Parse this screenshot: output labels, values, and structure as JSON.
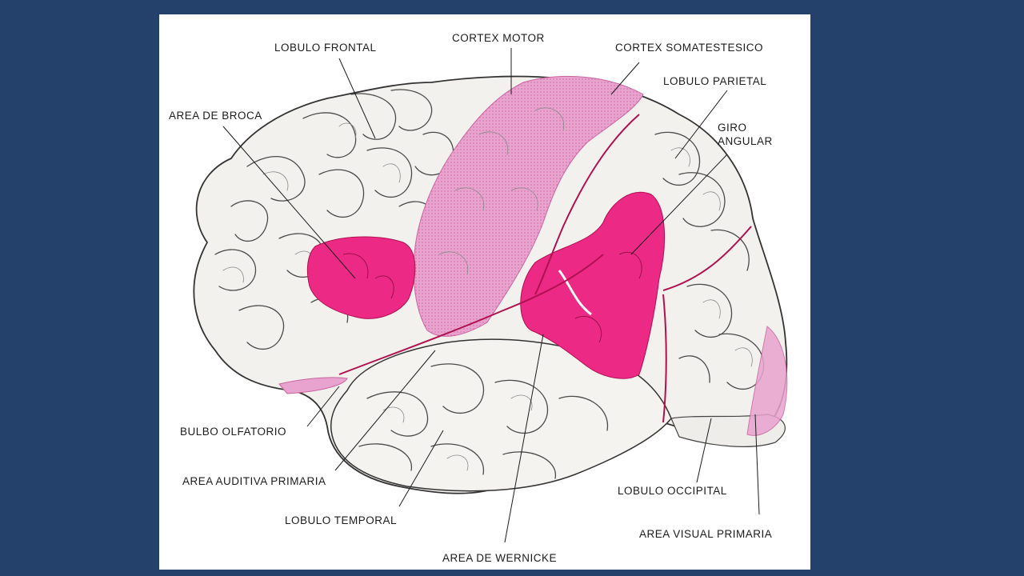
{
  "colors": {
    "background": "#24416b",
    "panel": "#ffffff",
    "motor_cortex": "#e494c8",
    "language_areas": "#ec2a86",
    "fissures": "#b01050"
  },
  "labels": {
    "lobulo_frontal": "LOBULO FRONTAL",
    "cortex_motor": "CORTEX MOTOR",
    "cortex_somatestesico": "CORTEX SOMATESTESICO",
    "lobulo_parietal": "LOBULO PARIETAL",
    "area_de_broca": "AREA DE BROCA",
    "giro": "GIRO",
    "angular": "ANGULAR",
    "bulbo_olfatorio": "BULBO OLFATORIO",
    "area_auditiva_primaria": "AREA AUDITIVA PRIMARIA",
    "lobulo_temporal": "LOBULO TEMPORAL",
    "area_de_wernicke": "AREA DE WERNICKE",
    "lobulo_occipital": "LOBULO OCCIPITAL",
    "area_visual_primaria": "AREA VISUAL PRIMARIA"
  }
}
